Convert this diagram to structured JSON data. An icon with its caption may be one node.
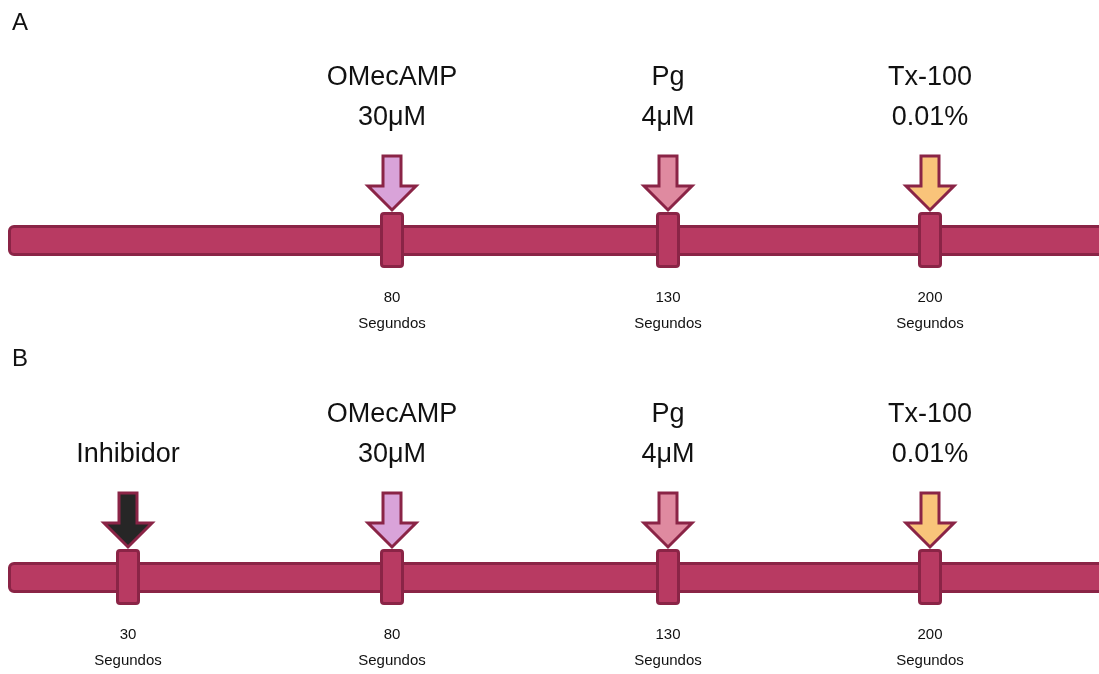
{
  "diagram": {
    "nodes": [
      {
        "text": [
          "OMecAMP",
          "30μM"
        ]
      },
      {
        "text": [
          "Pg",
          "4μM"
        ]
      },
      {
        "text": [
          "Tx-100",
          "0.01%"
        ]
      },
      {
        "text": [],
        "shape": "bar"
      },
      {
        "text": [],
        "shape": "box",
        "beside": [
          "80 Segundos"
        ]
      },
      {
        "text": [],
        "shape": "box",
        "beside": [
          "130 Segundos"
        ]
      },
      {
        "text": [],
        "shape": "box",
        "beside": [
          "200 Segundos"
        ]
      },
      {
        "text": [
          "OMecAMP",
          "30μM"
        ]
      },
      {
        "text": [
          "Pg",
          "4μM"
        ]
      },
      {
        "text": [
          "Tx-100",
          "0.01%"
        ]
      },
      {
        "text": [
          "Inhibidor"
        ]
      },
      {
        "text": [],
        "shape": "bar"
      },
      {
        "text": [],
        "shape": "box",
        "beside": [
          "30 Segundos"
        ]
      },
      {
        "text": [],
        "shape": "box",
        "beside": [
          "80 Segundos"
        ]
      },
      {
        "text": [],
        "shape": "box",
        "beside": [
          "130 Segundos"
        ]
      },
      {
        "text": [],
        "shape": "box",
        "beside": [
          "200 Segundos"
        ]
      }
    ],
    "edges": [
      {
        "from": 0,
        "to": 4,
        "arrow": "to",
        "color": "#d9a3d9"
      },
      {
        "from": 1,
        "to": 5,
        "arrow": "to",
        "color": "#df8aa0"
      },
      {
        "from": 2,
        "to": 6,
        "arrow": "to",
        "color": "#f9c47a"
      },
      {
        "from": 7,
        "to": 13,
        "arrow": "to",
        "color": "#d9a3d9"
      },
      {
        "from": 8,
        "to": 14,
        "arrow": "to",
        "color": "#df8aa0"
      },
      {
        "from": 9,
        "to": 15,
        "arrow": "to",
        "color": "#f9c47a"
      },
      {
        "from": 10,
        "to": 12,
        "arrow": "to",
        "color": "#262626"
      }
    ],
    "labels": [
      "A",
      "B"
    ]
  }
}
